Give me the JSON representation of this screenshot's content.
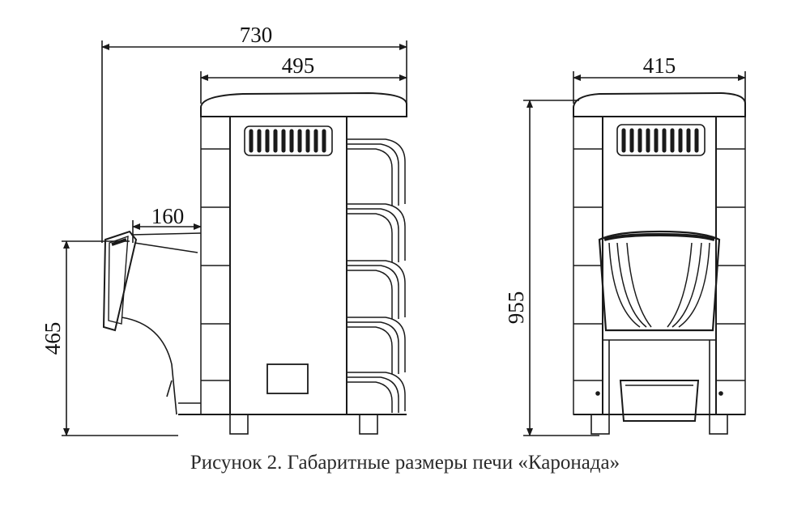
{
  "dimensions": {
    "side_total_depth": "730",
    "side_body_depth": "495",
    "firebox_tunnel_length": "160",
    "firebox_height": "465",
    "front_width": "415",
    "total_height": "955"
  },
  "caption": "Рисунок 2. Габаритные размеры печи «Каронада»",
  "colors": {
    "line": "#1a1a1a",
    "text": "#111111"
  }
}
